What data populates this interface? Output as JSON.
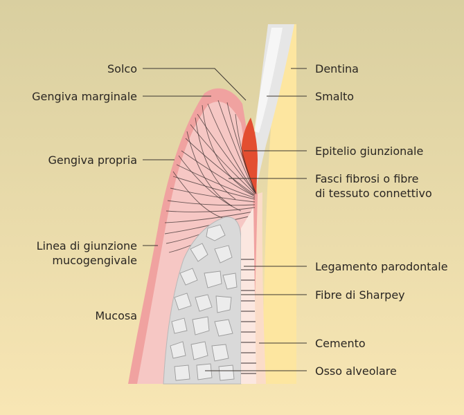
{
  "colors": {
    "background_top": "#d9cfa0",
    "background_bottom": "#f8e6b4",
    "dentin": "#fde6a0",
    "enamel": "#e6e6e6",
    "gum": "#f0a2a0",
    "gum_light": "#f6c7c4",
    "epithelium": "#e34e31",
    "bone": "#d9d9d9",
    "cementum": "#fbdcc8"
  },
  "labels": {
    "solco": "Solco",
    "gengiva_marginale": "Gengiva marginale",
    "gengiva_propria": "Gengiva propria",
    "linea_line1": "Linea di giunzione",
    "linea_line2": "mucogengivale",
    "mucosa": "Mucosa",
    "dentina": "Dentina",
    "smalto": "Smalto",
    "epitelio": "Epitelio giunzionale",
    "fasci_line1": "Fasci fibrosi o fibre",
    "fasci_line2": "di tessuto connettivo",
    "legamento": "Legamento parodontale",
    "sharpey": "Fibre di Sharpey",
    "cemento": "Cemento",
    "osso": "Osso alveolare"
  }
}
